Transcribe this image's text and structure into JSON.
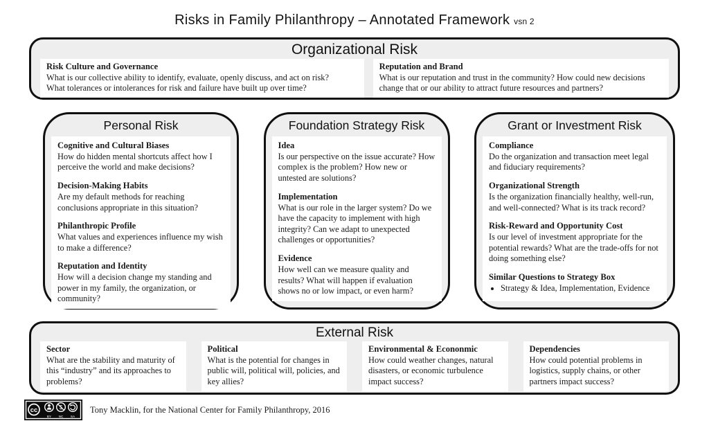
{
  "page": {
    "title": "Risks in Family Philanthropy – Annotated Framework",
    "title_version": "vsn 2",
    "footer": {
      "credit": "Tony Macklin, for the National Center for Family Philanthropy, 2016",
      "badge": {
        "cc": "cc",
        "by": "BY",
        "nc": "NC",
        "sa": "SA",
        "dollar": "$"
      }
    }
  },
  "colors": {
    "panel_bg": "#eeeeee",
    "panel_border": "#101010",
    "card_bg": "#ffffff",
    "text": "#1a1a1a"
  },
  "organizational_risk": {
    "title": "Organizational Risk",
    "items": [
      {
        "heading": "Risk Culture and Governance",
        "line1": "What is our collective ability to identify, evaluate, openly discuss, and act on risk?",
        "line2": "What tolerances or intolerances for risk and failure have built up over time?"
      },
      {
        "heading": "Reputation and Brand",
        "line1": "What is our reputation and trust in the community? How could new decisions change that or our ability to attract future resources and partners?",
        "line2": ""
      }
    ]
  },
  "personal_risk": {
    "title": "Personal Risk",
    "items": [
      {
        "heading": "Cognitive and Cultural Biases",
        "body": "How do hidden mental shortcuts affect how I perceive the world and make decisions?"
      },
      {
        "heading": "Decision-Making Habits",
        "body": "Are my default methods for reaching conclusions appropriate in this situation?"
      },
      {
        "heading": "Philanthropic Profile",
        "body": "What values and experiences influence my wish to make a difference?"
      },
      {
        "heading": "Reputation and Identity",
        "body": "How will a decision change my standing and power in my family, the organization, or community?"
      }
    ]
  },
  "foundation_strategy_risk": {
    "title": "Foundation Strategy Risk",
    "items": [
      {
        "heading": "Idea",
        "body": "Is our perspective on the issue accurate? How complex is the problem? How new or untested are solutions?"
      },
      {
        "heading": "Implementation",
        "body": "What is our role in the larger system? Do we have the capacity to implement with high integrity? Can we adapt to unexpected challenges or opportunities?"
      },
      {
        "heading": "Evidence",
        "body": "How well can we measure quality and results? What will happen if evaluation shows no or low impact, or even harm?"
      }
    ]
  },
  "grant_investment_risk": {
    "title": "Grant or Investment Risk",
    "items": [
      {
        "heading": "Compliance",
        "body": "Do the organization and transaction meet legal and fiduciary requirements?"
      },
      {
        "heading": "Organizational Strength",
        "body": "Is the organization financially healthy, well-run, and well-connected? What is its track record?"
      },
      {
        "heading": "Risk-Reward and Opportunity Cost",
        "body": "Is our level of investment appropriate for the potential rewards? What are the trade-offs for not doing something else?"
      },
      {
        "heading": "Similar Questions to Strategy Box",
        "bullet": "Strategy & Idea, Implementation, Evidence"
      }
    ]
  },
  "external_risk": {
    "title": "External Risk",
    "items": [
      {
        "heading": "Sector",
        "body": "What are the stability and maturity of this “industry” and its approaches to problems?"
      },
      {
        "heading": "Political",
        "body": "What is the potential for changes in public will, political will, policies, and key allies?"
      },
      {
        "heading": "Environmental & Econonmic",
        "body": "How could weather changes, natural disasters, or economic turbulence impact success?"
      },
      {
        "heading": "Dependencies",
        "body": "How could potential problems in logistics, supply chains, or other partners impact success?"
      }
    ]
  }
}
